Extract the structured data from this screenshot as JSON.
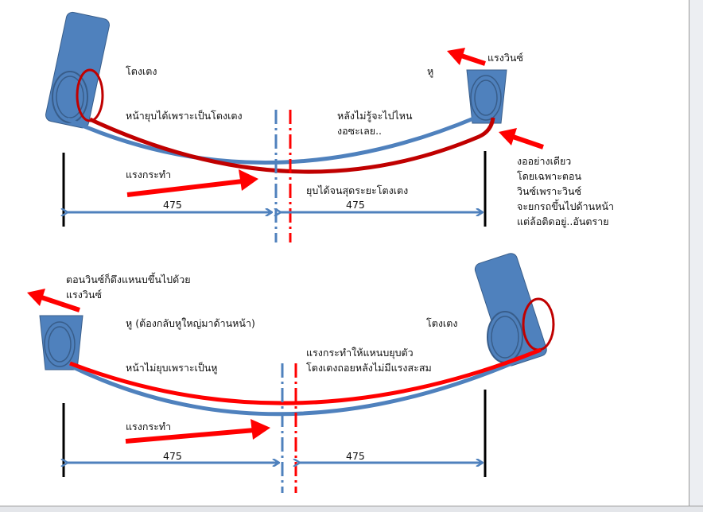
{
  "top_diagram": {
    "shackle_label": "โตงเตง",
    "hanger_label": "หู",
    "winch_force_label": "แรงวินซ์",
    "front_note": "หน้ายุบได้เพราะเป็นโตงเตง",
    "rear_note": [
      "หลังไม่รู้จะไปไหน",
      "งอซะเลย.."
    ],
    "force_label": "แรงกระทำ",
    "compress_note": "ยุบได้จนสุดระยะโตงเตง",
    "dim_left": "475",
    "dim_right": "475",
    "warning_note": [
      "งออย่างเดียว",
      "โดยเฉพาะตอน",
      "วินซ์เพราะวินซ์",
      "จะยกรถขึ้นไปด้านหน้า",
      "แต่ล้อติดอยู่..อันตราย"
    ]
  },
  "bottom_diagram": {
    "winch_note": [
      "ตอนวินซ์ก็ดึงแหนบขึ้นไปด้วย",
      "แรงวินซ์"
    ],
    "hanger_label": "หู (ต้องกลับหูใหญ่มาด้านหน้า)",
    "shackle_label": "โตงเตง",
    "front_note": "หน้าไม่ยุบเพราะเป็นหู",
    "compress_note": [
      "แรงกระทำให้แหนบยุบตัว",
      "โตงเตงถอยหลังไม่มีแรงสะสม"
    ],
    "force_label": "แรงกระทำ",
    "dim_left": "475",
    "dim_right": "475"
  },
  "colors": {
    "spring_blue": "#4f81bd",
    "spring_red_top": "#c00000",
    "arrow_red": "#ff0000",
    "part_fill": "#4f81bd",
    "part_stroke": "#385d8a"
  }
}
